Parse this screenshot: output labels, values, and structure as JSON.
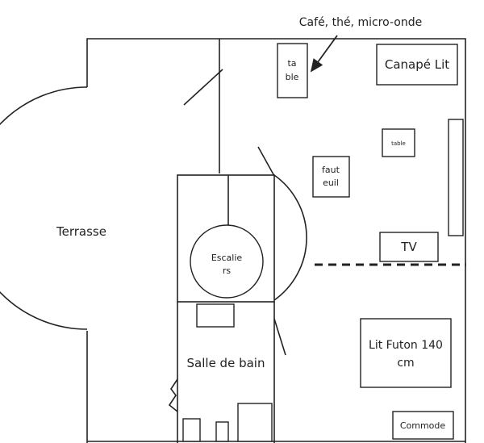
{
  "labels": {
    "annotation": "Café, thé, micro-onde",
    "table_small_1": "ta",
    "table_small_2": "ble",
    "canape": "Canapé Lit",
    "table_right": "table",
    "fauteuil_1": "faut",
    "fauteuil_2": "euil",
    "terrasse": "Terrasse",
    "escaliers_1": "Escalie",
    "escaliers_2": "rs",
    "tv": "TV",
    "salle_de_bain": "Salle de bain",
    "lit_futon_1": "Lit Futon 140",
    "lit_futon_2": "cm",
    "commode": "Commode"
  }
}
